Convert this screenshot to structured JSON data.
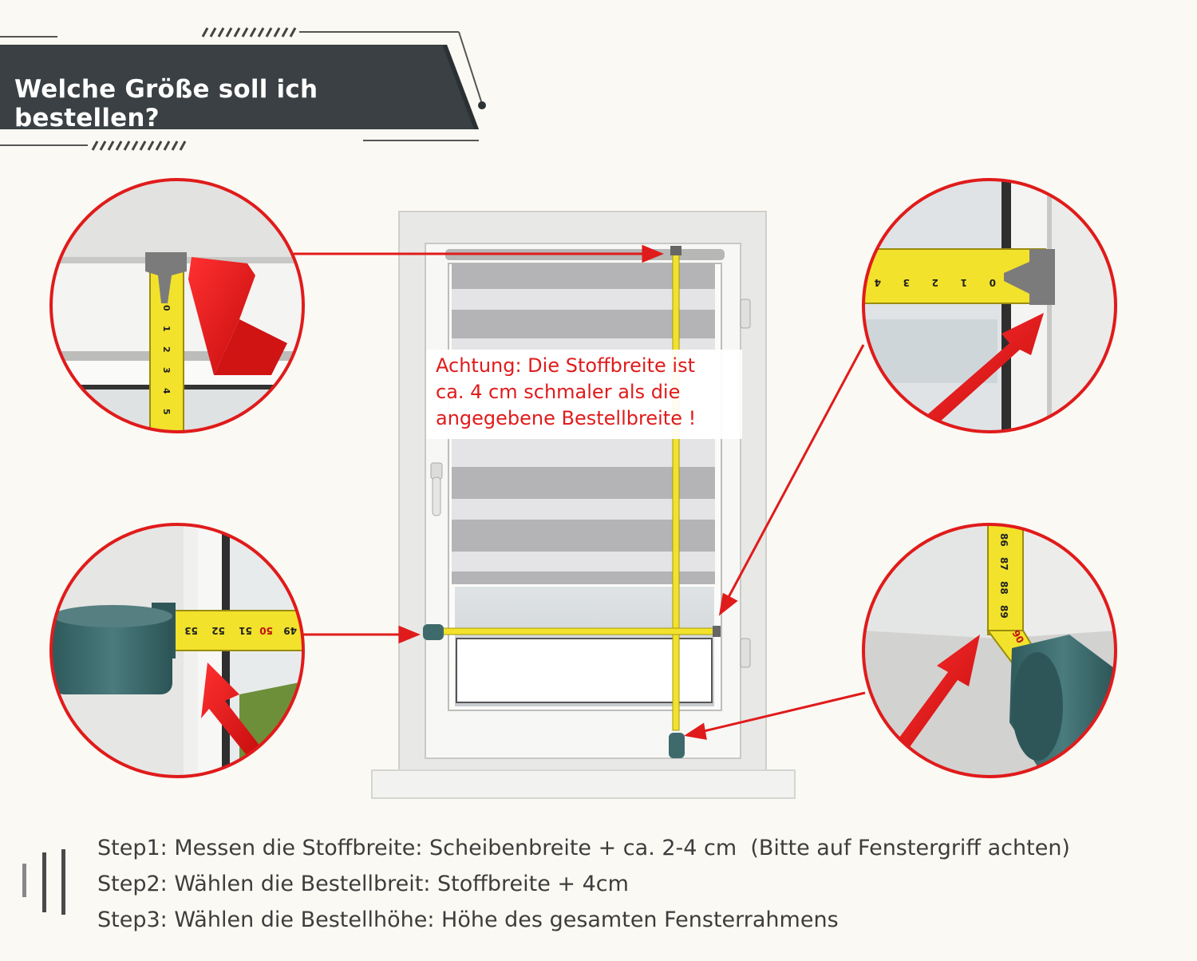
{
  "header": {
    "title": "Welche Größe soll ich bestellen?"
  },
  "warning": {
    "lines": [
      "Achtung: Die Stoffbreite ist",
      "ca. 4 cm schmaler als die",
      "angegebene Bestellbreite !"
    ]
  },
  "tapes": {
    "top_left_ticks": [
      "0",
      "1",
      "2",
      "3",
      "4",
      "5"
    ],
    "top_right_ticks": [
      "0",
      "1",
      "2",
      "3",
      "4"
    ],
    "bottom_left_ticks": [
      "53",
      "52",
      "51",
      "50",
      "49"
    ],
    "bottom_right_ticks": [
      "86",
      "87",
      "88",
      "89",
      "90"
    ]
  },
  "steps": [
    "Step1: Messen die Stoffbreite: Scheibenbreite + ca. 2-4 cm  (Bitte auf Fenstergriff achten)",
    "Step2: Wählen die Bestellbreit: Stoffbreite + 4cm",
    "Step3: Wählen die Bestellhöhe: Höhe des gesamten Fensterrahmens"
  ],
  "colors": {
    "accent_red": "#e01b1b",
    "header_dark": "#3a4043",
    "tape_yellow": "#f2e22c",
    "tape_case_teal": "#3f6a6c",
    "background": "#fbf9f3"
  }
}
